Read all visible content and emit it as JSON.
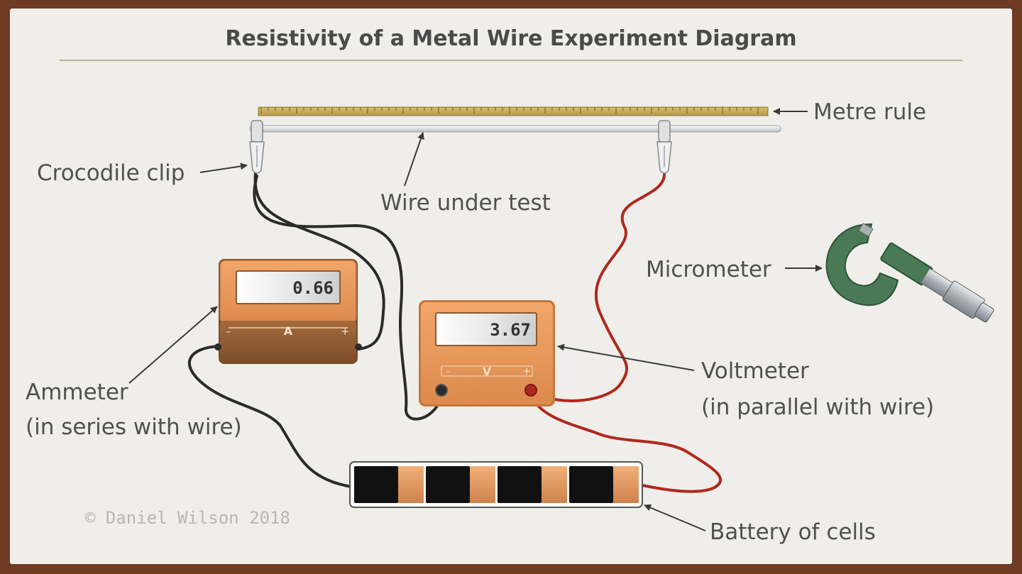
{
  "title": "Resistivity of a Metal Wire Experiment Diagram",
  "labels": {
    "metre_rule": "Metre rule",
    "crocodile_clip": "Crocodile clip",
    "wire_under_test": "Wire under test",
    "micrometer": "Micrometer",
    "ammeter": "Ammeter",
    "ammeter_note": "(in series with wire)",
    "voltmeter": "Voltmeter",
    "voltmeter_note": "(in parallel with wire)",
    "battery": "Battery of cells"
  },
  "ammeter": {
    "reading": "0.66",
    "unit_symbol": "A",
    "minus": "–",
    "plus": "+"
  },
  "voltmeter": {
    "reading": "3.67",
    "unit_symbol": "V",
    "minus": "–",
    "plus": "+"
  },
  "copyright": "© Daniel Wilson 2018",
  "colors": {
    "frame": "#6e3a22",
    "background": "#efeeea",
    "meter_body": "#e3965a",
    "wire_black": "#2b2b2b",
    "wire_red": "#b0281e",
    "micrometer_green": "#4a7a55"
  }
}
